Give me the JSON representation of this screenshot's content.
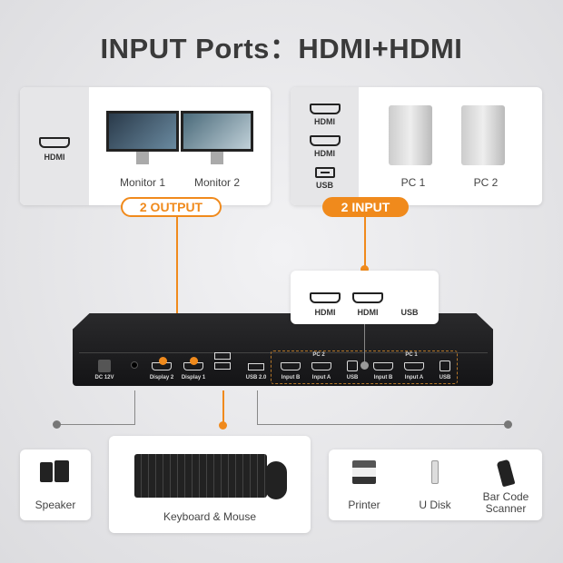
{
  "title": "INPUT Ports：HDMI+HDMI",
  "output_card": {
    "side_label": "HDMI",
    "monitors": [
      "Monitor 1",
      "Monitor 2"
    ]
  },
  "output_badge": "2 OUTPUT",
  "input_card": {
    "side_labels": [
      "HDMI",
      "HDMI",
      "USB"
    ],
    "pcs": [
      "PC 1",
      "PC 2"
    ]
  },
  "input_badge": "2 INPUT",
  "popup": {
    "labels": [
      "HDMI",
      "HDMI",
      "USB"
    ]
  },
  "device": {
    "left_ports": [
      "DC 12V",
      "Display 2",
      "Display 1",
      "USB 2.0"
    ],
    "groups": [
      {
        "name": "PC 2",
        "ports": [
          "Input B",
          "Input A",
          "USB"
        ]
      },
      {
        "name": "PC 1",
        "ports": [
          "Input B",
          "Input A",
          "USB"
        ]
      }
    ]
  },
  "peripherals": {
    "speaker": "Speaker",
    "keyboard": "Keyboard & Mouse",
    "printer": "Printer",
    "udisk": "U Disk",
    "scanner": "Bar Code Scanner"
  },
  "colors": {
    "accent": "#f08a1c",
    "device": "#1c1c1e"
  }
}
